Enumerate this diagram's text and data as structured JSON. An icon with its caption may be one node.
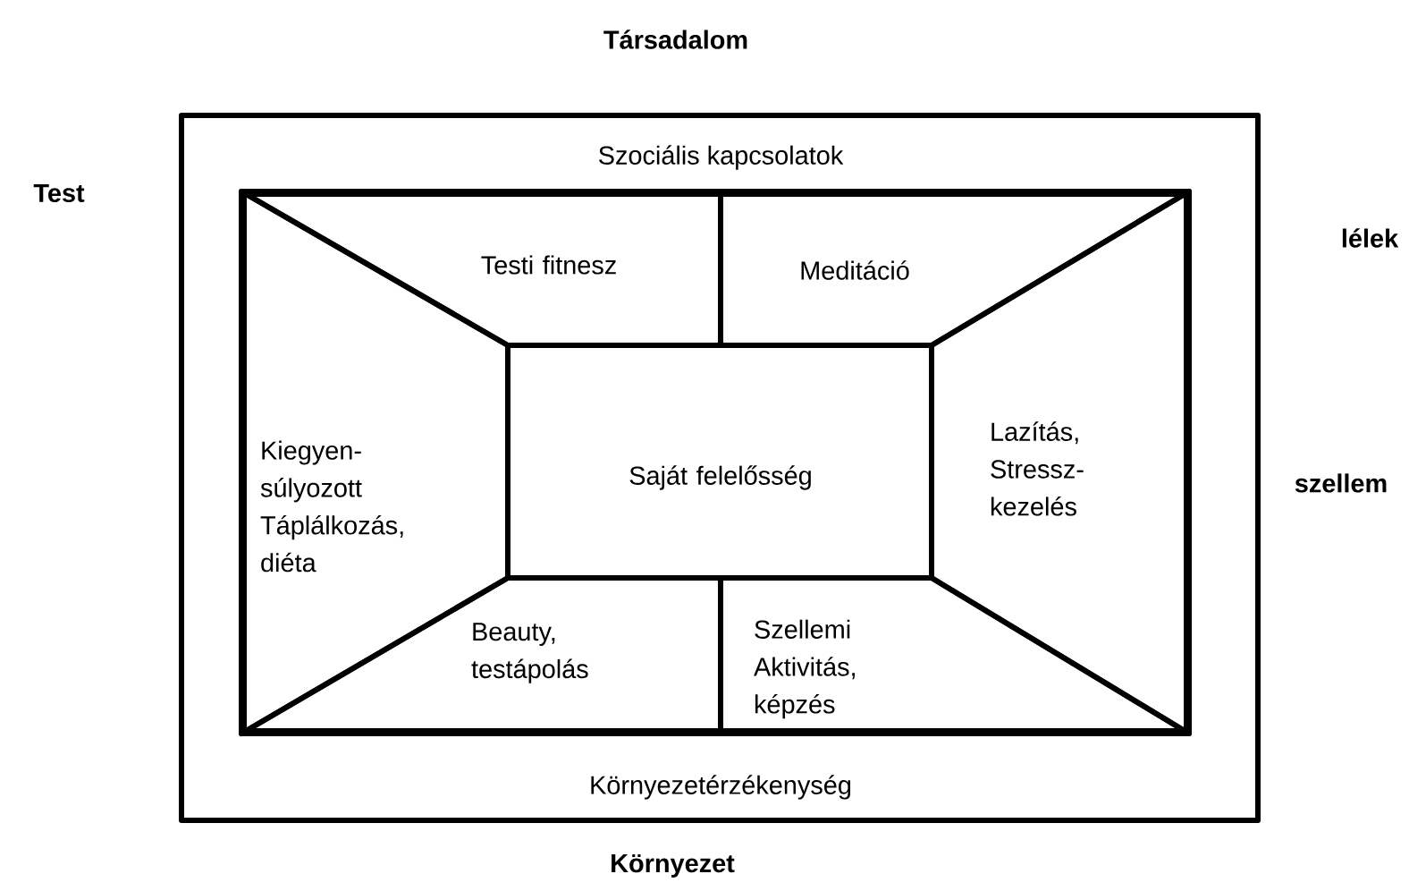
{
  "diagram": {
    "nodes": [
      {
        "text": [
          "Szociális kapcsolatok",
          "Környezetérzékenység"
        ]
      },
      {
        "text": [],
        "shape": "box",
        "in": 0
      },
      {
        "text": [
          "Testi fitnesz"
        ],
        "in": 1
      },
      {
        "text": [
          "Meditáció"
        ],
        "in": 1
      },
      {
        "text": [
          "Kiegyen- súlyozott Táplálkozás, diéta"
        ],
        "in": 1
      },
      {
        "text": [
          "Saját felelősség"
        ],
        "in": 1
      },
      {
        "text": [
          "Lazítás, Stressz- kezelés"
        ],
        "in": 1
      },
      {
        "text": [
          "Beauty, testápolás"
        ],
        "in": 1
      },
      {
        "text": [
          "Szellemi Aktivitás, képzés"
        ],
        "in": 1
      }
    ],
    "labels": [
      "Társadalom",
      "Test",
      "lélek",
      "szellem",
      "Környezet"
    ]
  }
}
